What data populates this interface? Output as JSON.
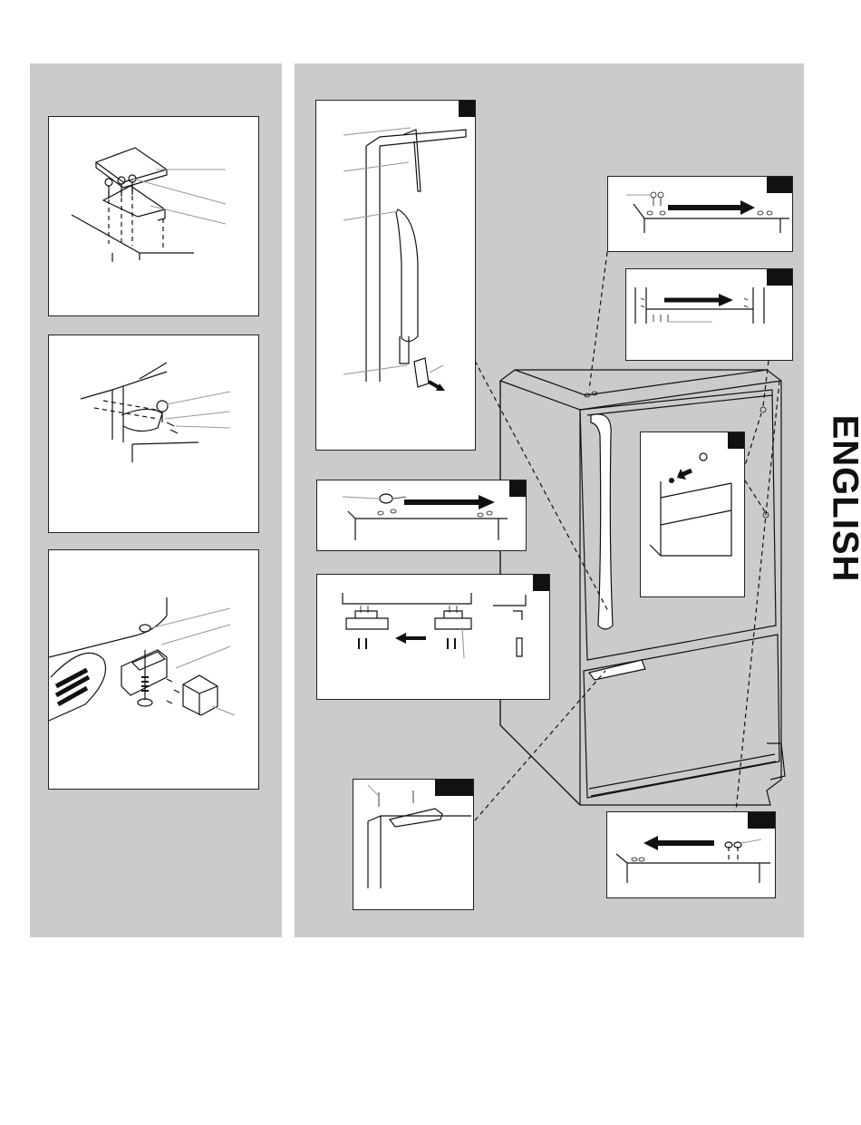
{
  "side_label": "ENGLISH",
  "colors": {
    "panel": "#cbcbcb",
    "tag": "#111111",
    "leader": "#999999"
  },
  "figures": [
    {
      "name": "top-hinge-cover",
      "icon": "hinge-cover-icon"
    },
    {
      "name": "center-hinge",
      "icon": "center-hinge-icon"
    },
    {
      "name": "bottom-hinge-leveling",
      "icon": "leveling-leg-icon"
    },
    {
      "name": "door-handle-removal",
      "icon": "door-handle-icon"
    },
    {
      "name": "top-hole-plugs",
      "icon": "hole-plug-icon"
    },
    {
      "name": "hinge-screw-holes",
      "icon": "screw-holes-icon"
    },
    {
      "name": "door-stop-transfer",
      "icon": "door-stop-icon"
    },
    {
      "name": "door-hole-plug",
      "icon": "plug-icon"
    },
    {
      "name": "handle-screws",
      "icon": "screw-icon"
    },
    {
      "name": "freezer-handle-end-cap",
      "icon": "end-cap-icon"
    },
    {
      "name": "bottom-hinge-plugs",
      "icon": "plug-icon"
    }
  ]
}
